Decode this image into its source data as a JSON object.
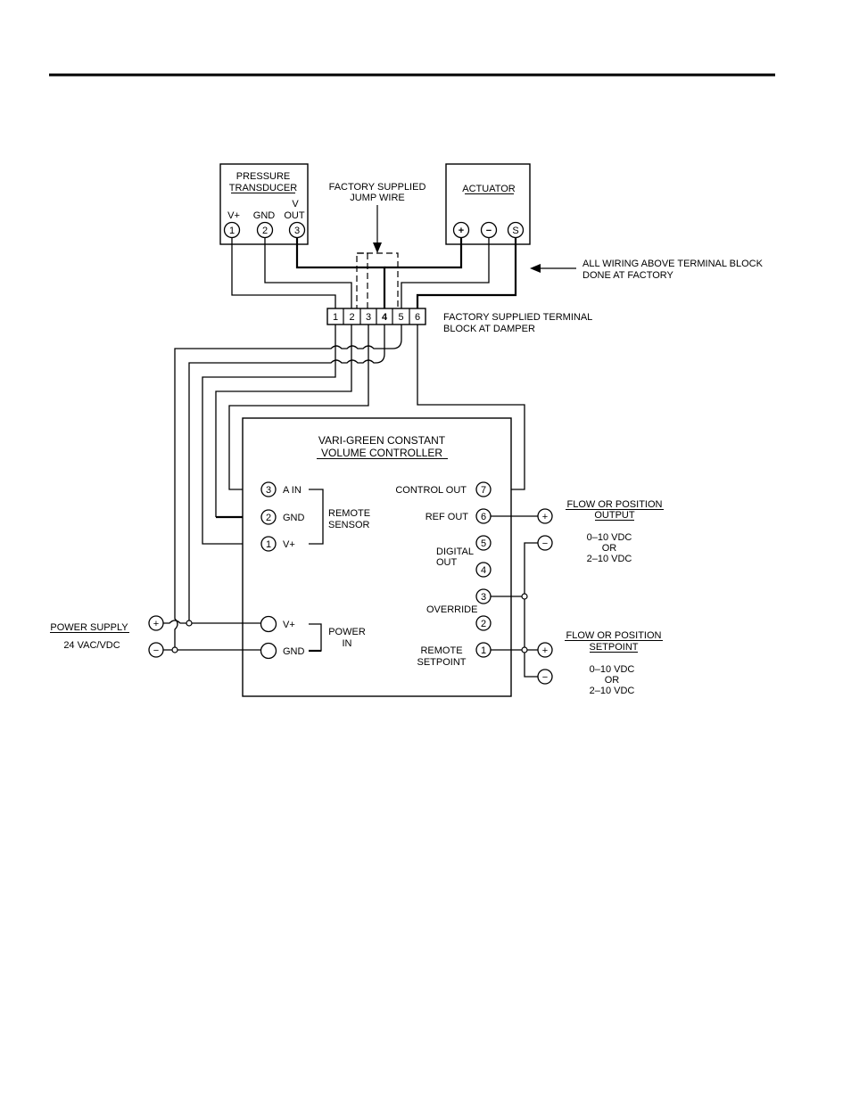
{
  "transducer": {
    "title_line1": "PRESSURE",
    "title_line2": "TRANSDUCER",
    "pin_labels": [
      "V+",
      "GND",
      "V",
      "OUT"
    ],
    "pin_numbers": [
      "1",
      "2",
      "3"
    ]
  },
  "jump_wire": {
    "line1": "FACTORY SUPPLIED",
    "line2": "JUMP WIRE"
  },
  "actuator": {
    "title": "ACTUATOR",
    "pins": [
      "+",
      "−",
      "S"
    ]
  },
  "factory_note": {
    "line1": "ALL WIRING ABOVE TERMINAL BLOCK",
    "line2": "DONE AT FACTORY"
  },
  "terminal_block": {
    "numbers": [
      "1",
      "2",
      "3",
      "4",
      "5",
      "6"
    ],
    "label_line1": "FACTORY SUPPLIED TERMINAL",
    "label_line2": "BLOCK AT DAMPER"
  },
  "controller": {
    "title_line1": "VARI-GREEN CONSTANT",
    "title_line2": "VOLUME CONTROLLER",
    "left_terminals": [
      {
        "num": "3",
        "label": "A IN"
      },
      {
        "num": "2",
        "label": "GND"
      },
      {
        "num": "1",
        "label": "V+"
      }
    ],
    "power_terminals": [
      {
        "num": "",
        "label": "V+"
      },
      {
        "num": "",
        "label": "GND"
      }
    ],
    "remote_sensor": {
      "line1": "REMOTE",
      "line2": "SENSOR"
    },
    "power_in": {
      "line1": "POWER",
      "line2": "IN"
    },
    "right_terminals": [
      {
        "num": "7",
        "label": "CONTROL OUT"
      },
      {
        "num": "6",
        "label": "REF OUT"
      },
      {
        "num": "5",
        "label": ""
      },
      {
        "num": "4",
        "label": ""
      },
      {
        "num": "3",
        "label": "OVERRIDE"
      },
      {
        "num": "2",
        "label": ""
      },
      {
        "num": "1",
        "label": "REMOTE"
      }
    ],
    "digital_out": {
      "line1": "DIGITAL",
      "line2": "OUT"
    },
    "remote_setpoint_line2": "SETPOINT"
  },
  "power_supply": {
    "title": "POWER SUPPLY",
    "rating": "24 VAC/VDC",
    "plus": "+",
    "minus": "−"
  },
  "flow_output": {
    "line1": "FLOW OR POSITION",
    "line2": "OUTPUT",
    "range1": "0–10 VDC",
    "or": "OR",
    "range2": "2–10 VDC",
    "plus": "+",
    "minus": "−"
  },
  "flow_setpoint": {
    "line1": "FLOW OR POSITION",
    "line2": "SETPOINT",
    "range1": "0–10 VDC",
    "or": "OR",
    "range2": "2–10 VDC",
    "plus": "+",
    "minus": "−"
  }
}
